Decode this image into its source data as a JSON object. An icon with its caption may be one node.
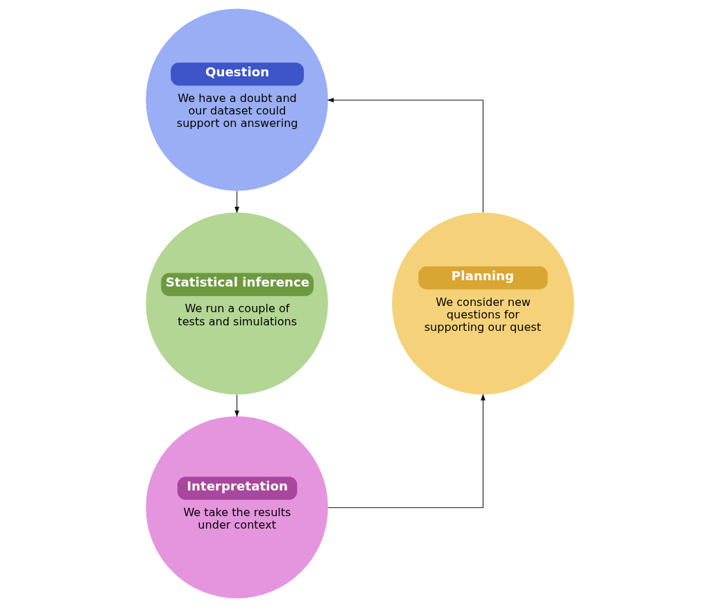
{
  "diagram": {
    "nodes": [
      {
        "text": [
          "Question",
          "We have a doubt and our dataset could support on answering"
        ]
      },
      {
        "text": [
          "Statistical inference",
          "We run a couple of tests and simulations"
        ]
      },
      {
        "text": [
          "Interpretation",
          "We take the results under context"
        ]
      },
      {
        "text": [
          "Planning",
          "We consider new questions for supporting our quest"
        ]
      }
    ],
    "edges": [
      {
        "from": 0,
        "to": 1,
        "arrow": "to"
      },
      {
        "from": 1,
        "to": 2,
        "arrow": "to"
      },
      {
        "from": 2,
        "to": 3,
        "arrow": "to"
      },
      {
        "from": 3,
        "to": 0,
        "arrow": "to"
      }
    ]
  }
}
